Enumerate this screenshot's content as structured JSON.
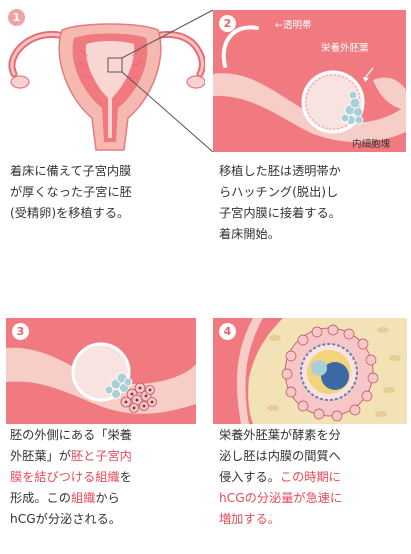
{
  "steps": [
    {
      "number": "1",
      "caption_lines": [
        "着床に備えて子宮内膜",
        "が厚くなった子宮に胚",
        "(受精卵)を移植する。"
      ]
    },
    {
      "number": "2",
      "caption_lines": [
        "移植した胚は透明帯か",
        "らハッチング(脱出)し",
        "子宮内膜に接着する。",
        "着床開始。"
      ],
      "labels": {
        "zona": "透明帯",
        "trophectoderm": "栄養外胚葉",
        "inner_cell_mass": "内細胞塊"
      }
    },
    {
      "number": "3",
      "caption_segments": [
        [
          {
            "text": "胚の外側にある「栄養",
            "hl": false
          }
        ],
        [
          {
            "text": "外胚葉」が",
            "hl": false
          },
          {
            "text": "胚と子宮内",
            "hl": true
          }
        ],
        [
          {
            "text": "膜を結びつける組織",
            "hl": true
          },
          {
            "text": "を",
            "hl": false
          }
        ],
        [
          {
            "text": "形成。この",
            "hl": false
          },
          {
            "text": "組織",
            "hl": true
          },
          {
            "text": "から",
            "hl": false
          }
        ],
        [
          {
            "text": "hCGが分泌される。",
            "hl": false
          }
        ]
      ]
    },
    {
      "number": "4",
      "caption_segments": [
        [
          {
            "text": "栄養外胚葉が酵素を分",
            "hl": false
          }
        ],
        [
          {
            "text": "泌し胚は内膜の間質へ",
            "hl": false
          }
        ],
        [
          {
            "text": "侵入する。",
            "hl": false
          },
          {
            "text": "この時期に",
            "hl": true
          }
        ],
        [
          {
            "text": "hCGの分泌量が急速に",
            "hl": true
          }
        ],
        [
          {
            "text": "増加する。",
            "hl": true
          }
        ]
      ]
    }
  ],
  "colors": {
    "endometrium": "#f07a80",
    "endometrium_light": "#f7cdc8",
    "uterus_wall": "#f5b9b2",
    "embryo_fill": "#f9e3e1",
    "inner_cells": "#a9cfd8",
    "highlight_text": "#e94a5a",
    "badge": "#f0a2a4"
  }
}
